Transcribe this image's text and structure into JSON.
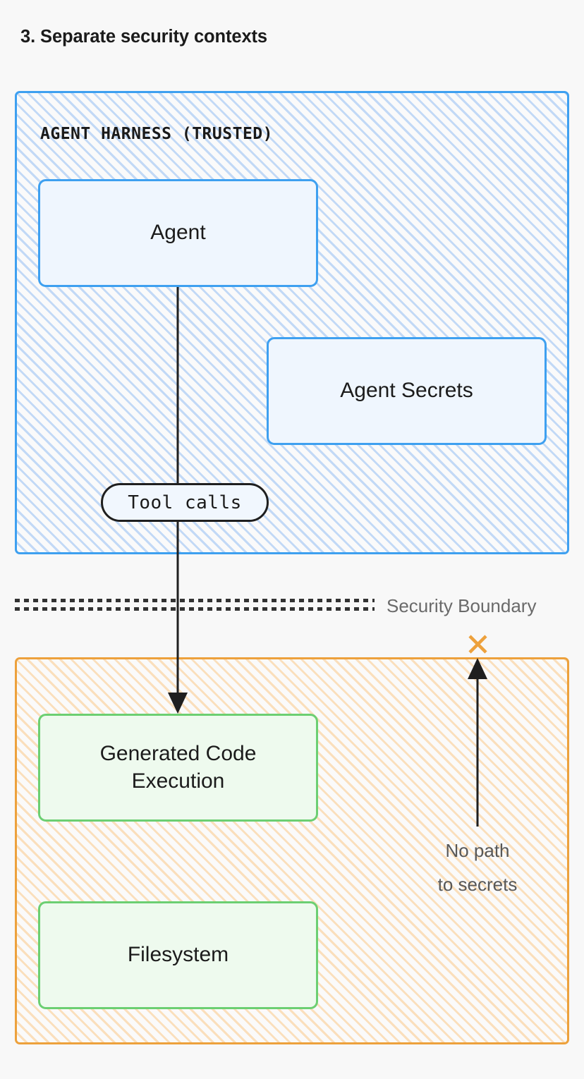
{
  "page": {
    "title": "3. Separate security contexts",
    "background_color": "#f8f8f8"
  },
  "colors": {
    "trusted_border": "#3ea0f0",
    "trusted_hatch": "#c2d9f6",
    "sandbox_border": "#eda13c",
    "sandbox_hatch": "#fadfbc",
    "node_blue_fill": "#eff6fe",
    "node_green_fill": "#eefaee",
    "node_green_border": "#6ccf72",
    "connector": "#1f1f1f",
    "boundary": "#6a6a6a",
    "denied_mark": "#eda13c"
  },
  "zones": {
    "trusted": {
      "label": "AGENT HARNESS (TRUSTED)",
      "nodes": [
        {
          "id": "agent",
          "label": "Agent"
        },
        {
          "id": "agent-secrets",
          "label": "Agent Secrets"
        }
      ]
    },
    "sandbox": {
      "label": "",
      "nodes": [
        {
          "id": "generated-code-execution",
          "label_line1": "Generated Code",
          "label_line2": "Execution"
        },
        {
          "id": "filesystem",
          "label": "Filesystem"
        }
      ]
    }
  },
  "connectors": {
    "tool_calls_pill": "Tool calls",
    "denied_mark": "×",
    "denied_caption_line1": "No path",
    "denied_caption_line2": "to secrets"
  },
  "boundary": {
    "label": "Security Boundary"
  }
}
